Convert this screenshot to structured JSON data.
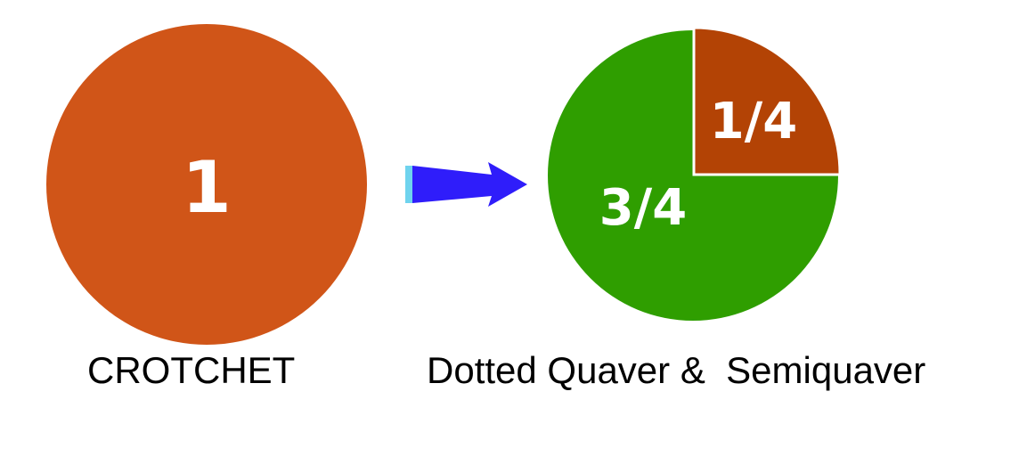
{
  "crotchet": {
    "value_label": "1",
    "caption": "CROTCHET",
    "color": "#d05518"
  },
  "dotted": {
    "major_label": "3/4",
    "minor_label": "1/4",
    "caption": "Dotted Quaver &  Semiquaver",
    "major_color": "#2f9e00",
    "minor_color": "#b34305",
    "major_fraction": 0.75,
    "minor_fraction": 0.25
  },
  "arrow": {
    "color": "#2f1dfa",
    "tail_color": "#6fd3ee"
  }
}
